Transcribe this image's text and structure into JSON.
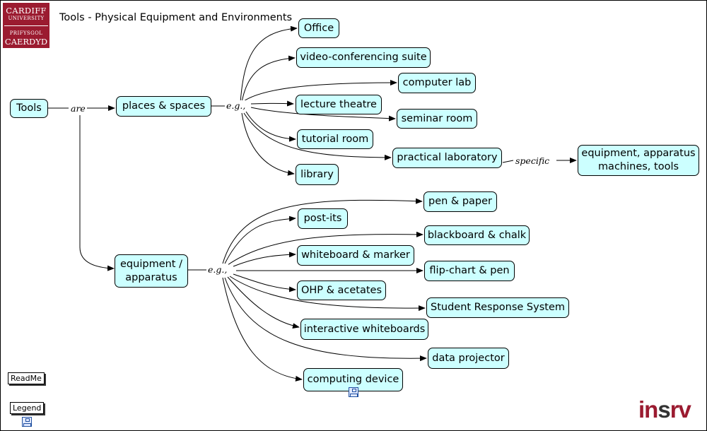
{
  "title": "Tools - Physical Equipment and Environments",
  "logo": {
    "line1": "CARDIFF",
    "line2": "UNIVERSITY",
    "line3": "PRIFYSGOL",
    "line4": "CAERDYD",
    "color": "#9b1b30"
  },
  "brand": {
    "part1": "in",
    "part2": "s",
    "part3": "rv",
    "color": "#9b1b30"
  },
  "buttons": {
    "readme": "ReadMe",
    "legend": "Legend"
  },
  "concepts": {
    "tools": "Tools",
    "places": "places & spaces",
    "equipment": "equipment / apparatus",
    "office": "Office",
    "videoconf": "video-conferencing suite",
    "computerlab": "computer lab",
    "lecture": "lecture theatre",
    "seminar": "seminar room",
    "tutorial": "tutorial room",
    "practical": "practical laboratory",
    "library": "library",
    "machines": "equipment, apparatus machines, tools",
    "pen": "pen & paper",
    "postits": "post-its",
    "blackboard": "blackboard & chalk",
    "whiteboard": "whiteboard & marker",
    "flipchart": "flip-chart & pen",
    "ohp": "OHP & acetates",
    "srs": "Student Response System",
    "interactive": "interactive whiteboards",
    "projector": "data projector",
    "computing": "computing device"
  },
  "linking_phrases": {
    "are": "are",
    "eg1": "e.g.,",
    "eg2": "e.g.,",
    "specific": "specific"
  },
  "node_color": "#ccffff"
}
